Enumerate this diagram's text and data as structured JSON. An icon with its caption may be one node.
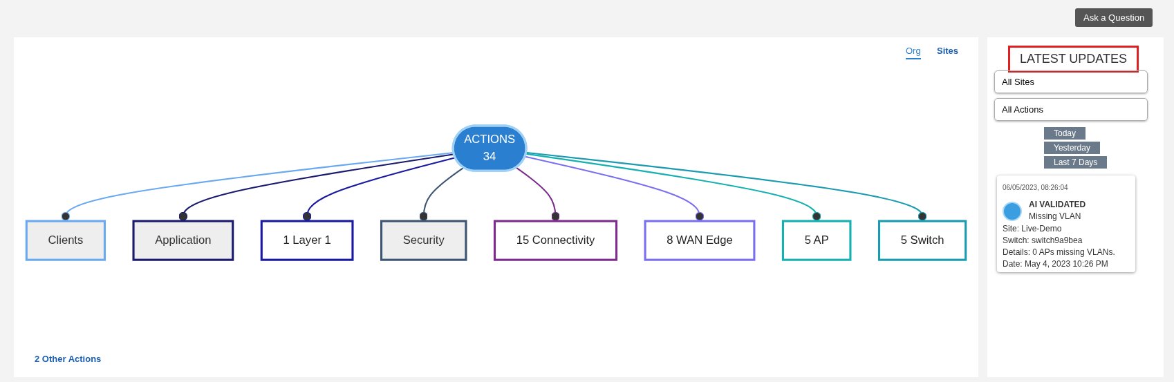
{
  "diagram": {
    "nodes": [
      {
        "text": [
          "ACTIONS",
          "34"
        ]
      },
      {
        "text": [
          "Clients"
        ]
      },
      {
        "text": [
          "Application"
        ]
      },
      {
        "text": [
          "1 Layer 1"
        ]
      },
      {
        "text": [
          "Security"
        ]
      },
      {
        "text": [
          "15 Connectivity"
        ]
      },
      {
        "text": [
          "8 WAN Edge"
        ]
      },
      {
        "text": [
          "5 AP"
        ]
      },
      {
        "text": [
          "5 Switch"
        ]
      }
    ],
    "edges": [
      {
        "from": 0,
        "to": 1,
        "arrow": "other",
        "color": "#6aa9f0"
      },
      {
        "from": 0,
        "to": 2,
        "arrow": "other",
        "color": "#1a1a6e"
      },
      {
        "from": 0,
        "to": 3,
        "arrow": "other",
        "color": "#1a1aa0"
      },
      {
        "from": 0,
        "to": 4,
        "arrow": "other",
        "color": "#3d5473"
      },
      {
        "from": 0,
        "to": 5,
        "arrow": "other",
        "color": "#7b2c8c"
      },
      {
        "from": 0,
        "to": 6,
        "arrow": "other",
        "color": "#7a6ff0"
      },
      {
        "from": 0,
        "to": 7,
        "arrow": "other",
        "color": "#17b0b0"
      },
      {
        "from": 0,
        "to": 8,
        "arrow": "other",
        "color": "#1a9bb0"
      }
    ],
    "labels": [
      "Ask a Question",
      "Org",
      "Sites",
      "2 Other Actions",
      "LATEST UPDATES",
      "All Sites",
      "All Actions",
      "Today",
      "Yesterday",
      "Last 7 Days",
      "06/05/2023, 08:26:04",
      "AI VALIDATED",
      "Missing VLAN",
      "Site: Live-Demo",
      "Switch: switch9a9bea",
      "Details: 0 APs missing VLANs.",
      "Date: May 4, 2023 10:26 PM"
    ]
  }
}
